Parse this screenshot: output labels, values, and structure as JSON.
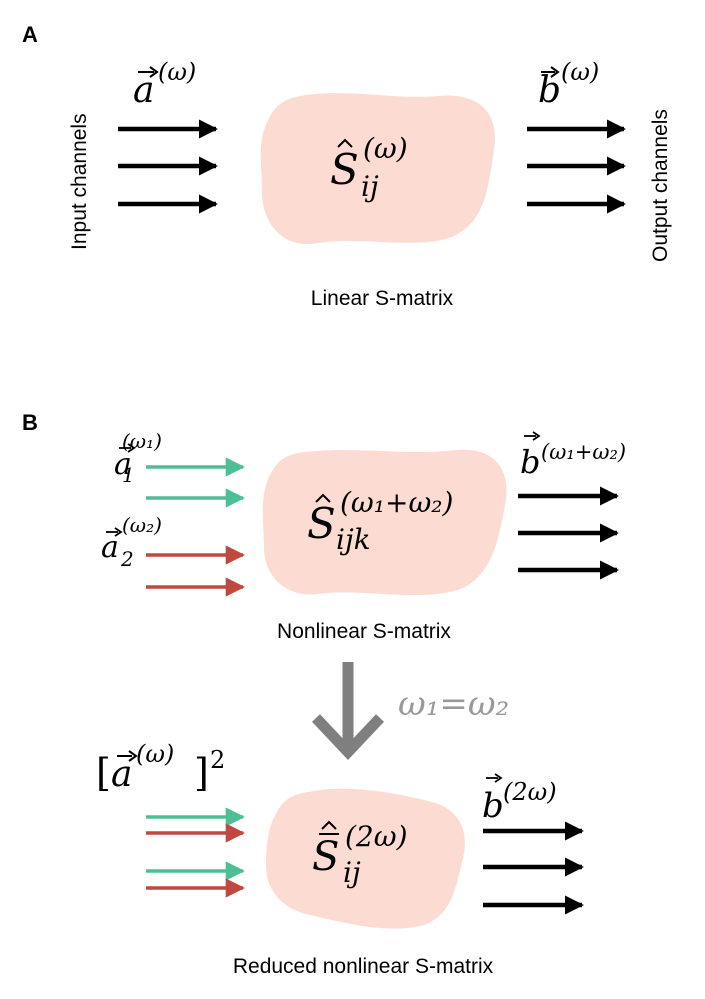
{
  "panel_a": {
    "label": "A",
    "input_vector": "a",
    "input_sup": "(ω)",
    "output_vector": "b",
    "output_sup": "(ω)",
    "matrix_symbol": "S",
    "matrix_sup": "(ω)",
    "matrix_sub": "ij",
    "input_channels_label": "Input channels",
    "output_channels_label": "Output channels",
    "caption": "Linear S-matrix",
    "input_arrow_count": 3,
    "output_arrow_count": 3
  },
  "panel_b": {
    "label": "B",
    "input1_vector": "a",
    "input1_sub": "1",
    "input1_sup": "(ω₁)",
    "input2_vector": "a",
    "input2_sub": "2",
    "input2_sup": "(ω₂)",
    "output_vector": "b",
    "output_sup": "(ω₁+ω₂)",
    "matrix_symbol": "S",
    "matrix_sup": "(ω₁+ω₂)",
    "matrix_sub": "ijk",
    "caption": "Nonlinear S-matrix",
    "condition": "ω₁=ω₂",
    "reduced_input_open": "[",
    "reduced_input_vector": "a",
    "reduced_input_sup": "(ω)",
    "reduced_input_close": "]",
    "reduced_input_power": "2",
    "reduced_output_vector": "b",
    "reduced_output_sup": "(2ω)",
    "reduced_matrix_symbol": "S",
    "reduced_matrix_sup": "(2ω)",
    "reduced_matrix_sub": "ij",
    "reduced_caption": "Reduced nonlinear S-matrix"
  },
  "colors": {
    "blob": "#fcdcd2",
    "input1_arrow": "#4dbf94",
    "input2_arrow": "#c0483f",
    "black_arrow": "#000000",
    "reduce_arrow": "#7f7f7f",
    "condition_text": "#999999"
  }
}
